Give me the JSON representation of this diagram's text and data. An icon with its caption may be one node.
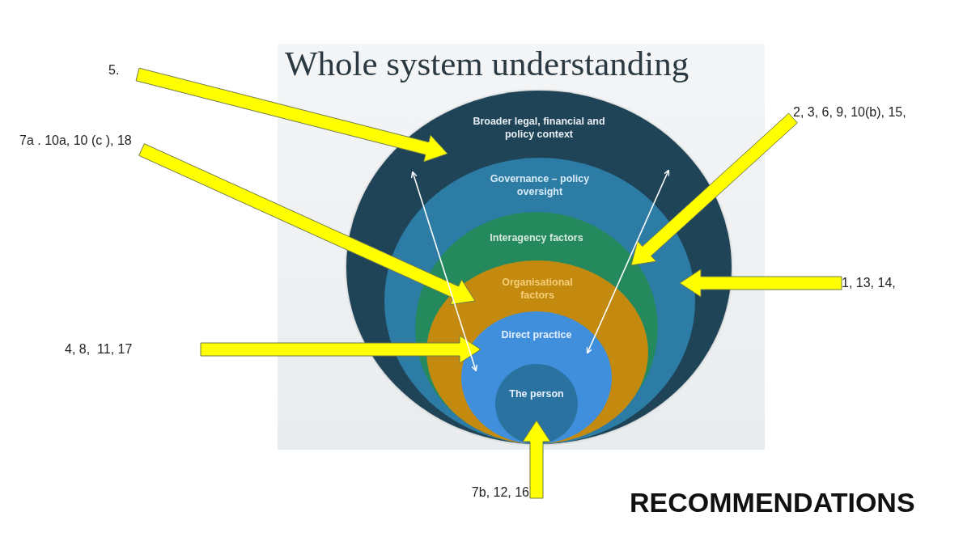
{
  "diagram": {
    "title": "Whole system understanding",
    "nodes": [
      {
        "text": [
          "Broader legal, financial and policy context"
        ]
      },
      {
        "text": [
          "Governance – policy oversight"
        ],
        "in": 0
      },
      {
        "text": [
          "Interagency factors"
        ],
        "in": 1
      },
      {
        "text": [
          "Organisational factors"
        ],
        "in": 2
      },
      {
        "text": [
          "Direct practice"
        ],
        "in": 3
      },
      {
        "text": [
          "The person"
        ],
        "in": 4
      },
      {
        "text": [
          "5."
        ]
      },
      {
        "text": [
          "7a . 10a, 10 (c ), 18"
        ]
      },
      {
        "text": [
          "4, 8,  11, 17"
        ]
      },
      {
        "text": [
          "2, 3, 6, 9, 10(b), 15,"
        ]
      },
      {
        "text": [
          "1, 13, 14,"
        ]
      },
      {
        "text": [
          "7b, 12, 16"
        ]
      }
    ],
    "edges": [
      {
        "from": 6,
        "to": 0,
        "arrow": "to",
        "style": "thick",
        "color": "#ffff00"
      },
      {
        "from": 7,
        "to": 3,
        "arrow": "to",
        "style": "thick",
        "color": "#ffff00"
      },
      {
        "from": 8,
        "to": 4,
        "arrow": "to",
        "style": "thick",
        "color": "#ffff00"
      },
      {
        "from": 9,
        "to": 2,
        "arrow": "to",
        "style": "thick",
        "color": "#ffff00"
      },
      {
        "from": 10,
        "to": 1,
        "arrow": "to",
        "style": "thick",
        "color": "#ffff00"
      },
      {
        "from": 11,
        "to": 5,
        "arrow": "to",
        "style": "thick",
        "color": "#ffff00"
      },
      {
        "from": 4,
        "to": 0,
        "arrow": "both",
        "color": "#ffffff"
      },
      {
        "from": 4,
        "to": 0,
        "arrow": "both",
        "color": "#ffffff"
      }
    ],
    "labels": [
      "RECOMMENDATIONS"
    ]
  }
}
